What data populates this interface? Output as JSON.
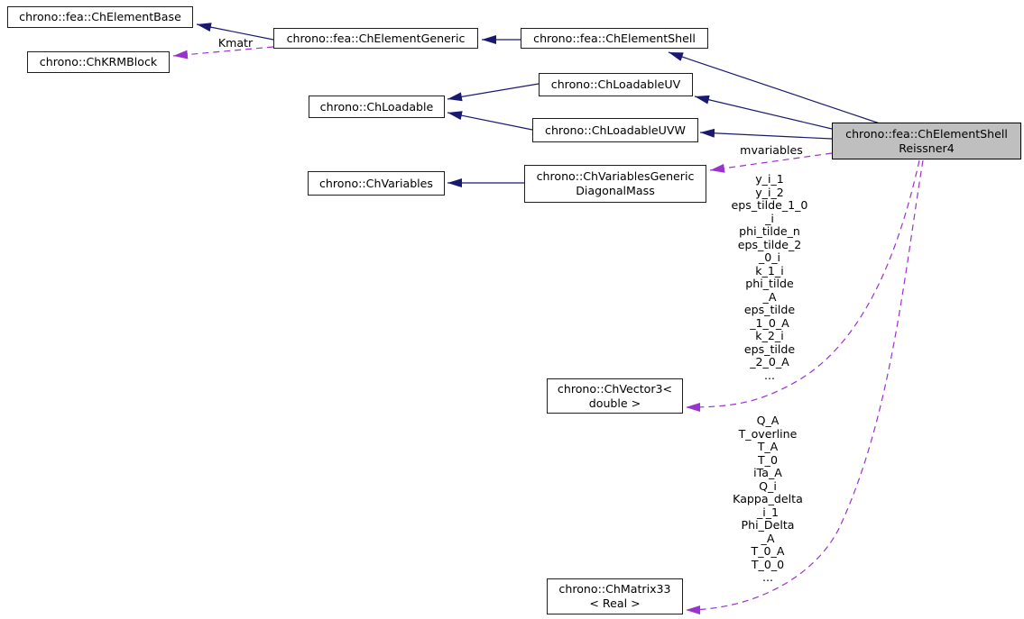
{
  "diagram_type": "collaboration-graph",
  "colors": {
    "inheritance_edge": "#191970",
    "usage_edge": "#9a32cd",
    "node_fill": "#ffffff",
    "highlight_node_fill": "#bfbfbf",
    "node_border": "#1d1d1d",
    "text": "#000000",
    "background": "#ffffff"
  },
  "nodes": [
    {
      "id": "ChElementBase",
      "lines": [
        "chrono::fea::ChElementBase"
      ]
    },
    {
      "id": "ChKRMBlock",
      "lines": [
        "chrono::ChKRMBlock"
      ]
    },
    {
      "id": "ChElementGeneric",
      "lines": [
        "chrono::fea::ChElementGeneric"
      ]
    },
    {
      "id": "ChElementShell",
      "lines": [
        "chrono::fea::ChElementShell"
      ]
    },
    {
      "id": "ChLoadable",
      "lines": [
        "chrono::ChLoadable"
      ]
    },
    {
      "id": "ChLoadableUV",
      "lines": [
        "chrono::ChLoadableUV"
      ]
    },
    {
      "id": "ChLoadableUVW",
      "lines": [
        "chrono::ChLoadableUVW"
      ]
    },
    {
      "id": "ChVariables",
      "lines": [
        "chrono::ChVariables"
      ]
    },
    {
      "id": "ChVariablesGenericDiagonalMass",
      "lines": [
        "chrono::ChVariablesGeneric",
        "DiagonalMass"
      ]
    },
    {
      "id": "ChVector3double",
      "lines": [
        "chrono::ChVector3<",
        "double >"
      ]
    },
    {
      "id": "ChMatrix33Real",
      "lines": [
        "chrono::ChMatrix33",
        "< Real >"
      ]
    },
    {
      "id": "ChElementShellReissner4",
      "lines": [
        "chrono::fea::ChElementShell",
        "Reissner4"
      ]
    }
  ],
  "edge_labels": {
    "kmatr": "Kmatr",
    "mvariables": "mvariables",
    "vector3_members": "y_i_1\ny_i_2\neps_tilde_1_0\n_i\nphi_tilde_n\neps_tilde_2\n_0_i\nk_1_i\nphi_tilde\n_A\neps_tilde\n_1_0_A\nk_2_i\neps_tilde\n_2_0_A\n...",
    "matrix33_members": "Q_A\nT_overline\nT_A\nT_0\niTa_A\nQ_i\nKappa_delta\n_i_1\nPhi_Delta\n_A\nT_0_A\nT_0_0\n..."
  },
  "edges": [
    {
      "from": "ChElementGeneric",
      "to": "ChElementBase",
      "type": "inheritance"
    },
    {
      "from": "ChElementShell",
      "to": "ChElementGeneric",
      "type": "inheritance"
    },
    {
      "from": "ChElementShellReissner4",
      "to": "ChElementShell",
      "type": "inheritance"
    },
    {
      "from": "ChElementShellReissner4",
      "to": "ChLoadableUV",
      "type": "inheritance"
    },
    {
      "from": "ChElementShellReissner4",
      "to": "ChLoadableUVW",
      "type": "inheritance"
    },
    {
      "from": "ChLoadableUV",
      "to": "ChLoadable",
      "type": "inheritance"
    },
    {
      "from": "ChLoadableUVW",
      "to": "ChLoadable",
      "type": "inheritance"
    },
    {
      "from": "ChVariablesGenericDiagonalMass",
      "to": "ChVariables",
      "type": "inheritance"
    },
    {
      "from": "ChElementGeneric",
      "to": "ChKRMBlock",
      "type": "usage",
      "label": "Kmatr"
    },
    {
      "from": "ChElementShellReissner4",
      "to": "ChVariablesGenericDiagonalMass",
      "type": "usage",
      "label": "mvariables"
    },
    {
      "from": "ChElementShellReissner4",
      "to": "ChVector3double",
      "type": "usage",
      "label_key": "vector3_members"
    },
    {
      "from": "ChElementShellReissner4",
      "to": "ChMatrix33Real",
      "type": "usage",
      "label_key": "matrix33_members"
    }
  ]
}
